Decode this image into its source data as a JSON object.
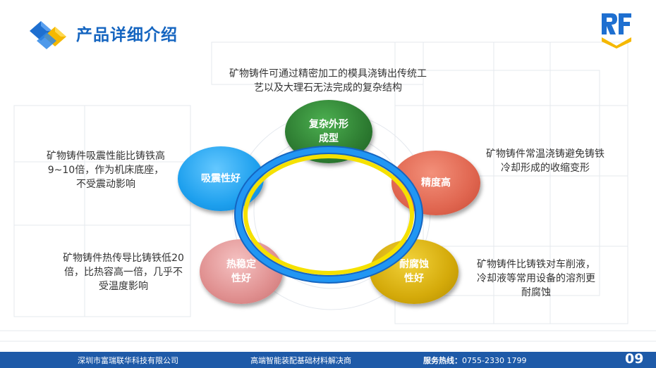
{
  "header": {
    "title": "产品详细介绍"
  },
  "diagram": {
    "nodes": {
      "top": "复杂外形\n成型",
      "left": "吸震性好",
      "right": "精度高",
      "bottom_left": "热稳定\n性好",
      "bottom_right": "耐腐蚀\n性好"
    },
    "descriptions": {
      "top": "矿物铸件可通过精密加工的模具浇铸出传统工\n艺以及大理石无法完成的复杂结构",
      "left": "矿物铸件吸震性能比铸铁高\n9~10倍，作为机床底座，\n不受震动影响",
      "right": "矿物铸件常温浇铸避免铸铁\n冷却形成的收缩变形",
      "bottom_left": "矿物铸件热传导比铸铁低20\n倍，比热容高一倍，几乎不\n受温度影响",
      "bottom_right": "矿物铸件比铸铁对车削液，\n冷却液等常用设备的溶剂更\n耐腐蚀"
    },
    "colors": {
      "top": "#2e7d32",
      "left": "#1ea0ee",
      "right": "#e06650",
      "bottom_left": "#e09090",
      "bottom_right": "#d4aa0a",
      "ring_outer": "#1e88e5",
      "ring_inner": "#f5e100"
    }
  },
  "footer": {
    "company": "深圳市富瑞联华科技有限公司",
    "slogan": "高端智能装配基础材料解决商",
    "hotline_label": "服务热线：",
    "hotline_number": "0755-2330 1799",
    "page_number": "09"
  },
  "icons": {
    "title_logo": "diamond-cubes-icon",
    "brand_logo": "rf-logo-icon"
  }
}
